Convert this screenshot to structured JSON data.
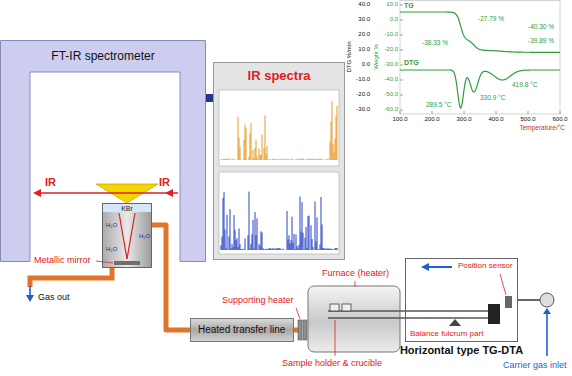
{
  "diagram": {
    "nodes": [
      {
        "text": [
          "FT-IR spectrometer"
        ]
      },
      {
        "text": [
          "KBr"
        ],
        "in": 0
      },
      {
        "text": [
          "IR spectra"
        ]
      },
      {
        "text": [
          "Heated transfer line"
        ]
      },
      {
        "text": [
          "Horizontal type TG-DTA"
        ]
      }
    ],
    "edges": [
      {
        "from": 0,
        "to": 2,
        "arrow": "none"
      },
      {
        "from": 1,
        "to": 3,
        "arrow": "none"
      }
    ],
    "labels": [
      "IR",
      "IR",
      "H₂O",
      "H₂O",
      "H₂O",
      "Metallic mirror",
      "Gas out",
      "TG",
      "DTG",
      "-27.79 %",
      "-38.33 %",
      "-40.30 %",
      "-39.89 %",
      "289.5 °C",
      "330.9 °C",
      "419.8 °C",
      "DTG %/min",
      "Weight %",
      "40.0",
      "30.0",
      "20.0",
      "10.0",
      "0.0",
      "-10.0",
      "-20.0",
      "-30.0",
      "10.0",
      "0.0",
      "-10.0",
      "-20.0",
      "-30.0",
      "-40.0",
      "-50.0",
      "-60.0",
      "100.0",
      "200.0",
      "300.0",
      "400.0",
      "500.0",
      "600.0",
      "Temperature/°C",
      "Supporting heater",
      "Furnace (heater)",
      "Sample holder & crucible",
      "Position sensor",
      "Balance fulcrum part",
      "Carrier gas inlet"
    ]
  }
}
